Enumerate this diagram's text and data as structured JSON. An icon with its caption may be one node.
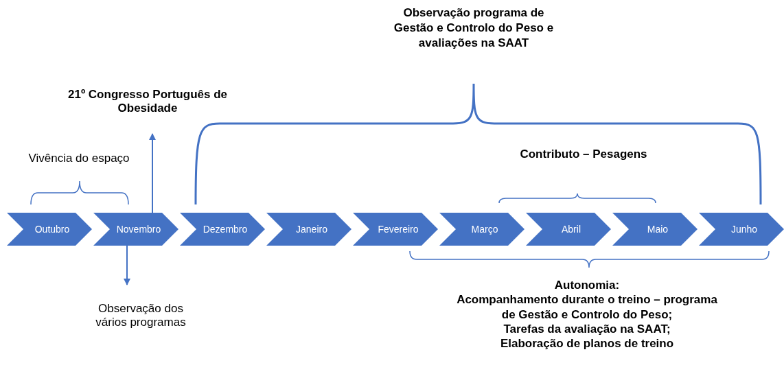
{
  "diagram": {
    "nodes": [
      {
        "text": [
          "Outubro"
        ]
      },
      {
        "text": [
          "Novembro"
        ]
      },
      {
        "text": [
          "Dezembro"
        ]
      },
      {
        "text": [
          "Janeiro"
        ]
      },
      {
        "text": [
          "Fevereiro"
        ]
      },
      {
        "text": [
          "Março"
        ]
      },
      {
        "text": [
          "Abril"
        ]
      },
      {
        "text": [
          "Maio"
        ]
      },
      {
        "text": [
          "Junho"
        ]
      },
      {
        "text": [
          "21º Congresso Português de Obesidade"
        ]
      },
      {
        "text": [
          "Observação dos vários programas"
        ]
      }
    ],
    "edges": [
      {
        "from": 1,
        "to": 9,
        "arrow": "to"
      },
      {
        "from": 1,
        "to": 10,
        "arrow": "to"
      }
    ],
    "labels": [
      "Observação programa de Gestão e Controlo do Peso e avaliações na SAAT",
      "Vivência do espaço",
      "Contributo – Pesagens",
      "Autonomia:",
      "Acompanhamento durante o treino – programa de Gestão e Controlo do Peso;",
      "Tarefas da avaliação na SAAT;",
      "Elaboração de planos de treino"
    ]
  }
}
